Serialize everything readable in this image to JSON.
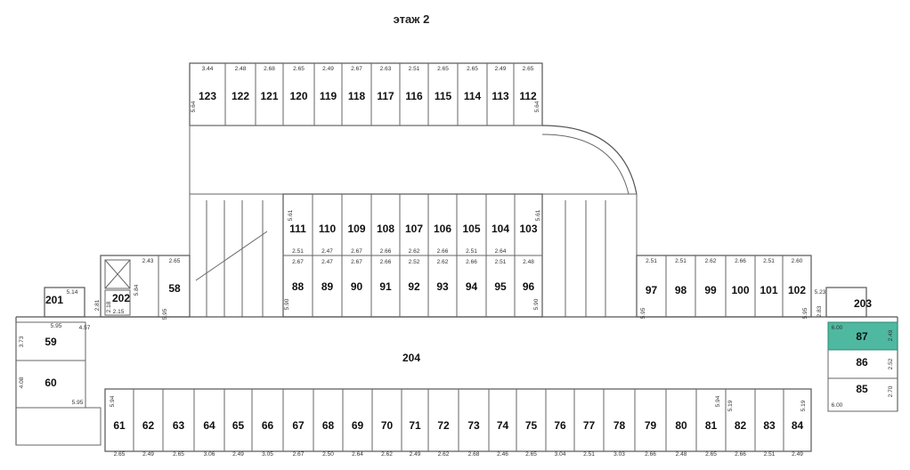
{
  "floor_title": "этаж 2",
  "corridor_label": "204",
  "highlight_color": "#4fb8a0",
  "top_row": {
    "dims": [
      "3.44",
      "2.48",
      "2.68",
      "2.65",
      "2.49",
      "2.67",
      "2.63",
      "2.51",
      "2.65",
      "2.65",
      "2.49",
      "2.65"
    ],
    "rooms": [
      "123",
      "122",
      "121",
      "120",
      "119",
      "118",
      "117",
      "116",
      "115",
      "114",
      "113",
      "112"
    ],
    "side_dims": [
      "5.64",
      "5.64"
    ]
  },
  "mid_upper": {
    "rooms": [
      "111",
      "110",
      "109",
      "108",
      "107",
      "106",
      "105",
      "104",
      "103"
    ],
    "dims": [
      "2.51",
      "2.47",
      "2.67",
      "2.66",
      "2.62",
      "2.66",
      "2.51",
      "2.64"
    ],
    "side_dims": [
      "5.61",
      "5.61"
    ]
  },
  "mid_lower": {
    "rooms": [
      "88",
      "89",
      "90",
      "91",
      "92",
      "93",
      "94",
      "95",
      "96"
    ],
    "dims": [
      "2.67",
      "2.47",
      "2.67",
      "2.66",
      "2.52",
      "2.62",
      "2.66",
      "2.51",
      "2.48"
    ],
    "side_dims": [
      "5.90",
      "5.90"
    ]
  },
  "right_block": {
    "rooms": [
      "97",
      "98",
      "99",
      "100",
      "101",
      "102"
    ],
    "dims": [
      "2.51",
      "2.51",
      "2.62",
      "2.66",
      "2.51",
      "2.60"
    ],
    "side_dims": [
      "5.95",
      "5.95"
    ]
  },
  "left_block": {
    "room_58": "58",
    "dims": [
      "2.43",
      "2.65",
      "5.84",
      "5.95"
    ],
    "room_202": "202",
    "dims_202": [
      "2.81",
      "2.18",
      "2.15"
    ],
    "stair_201": "201",
    "dim_201": "5.14",
    "dim_457": "4.57"
  },
  "left_side": {
    "rooms": [
      "59",
      "60"
    ],
    "dims": [
      "5.95",
      "3.73",
      "4.08",
      "5.95"
    ]
  },
  "right_side": {
    "stair_203": "203",
    "dim_523": "5.23",
    "dim_283": "2.83",
    "rooms": [
      "87",
      "86",
      "85"
    ],
    "dims": [
      "6.00",
      "2.49",
      "2.52",
      "2.70",
      "6.00"
    ]
  },
  "bottom_row": {
    "rooms": [
      "61",
      "62",
      "63",
      "64",
      "65",
      "66",
      "67",
      "68",
      "69",
      "70",
      "71",
      "72",
      "73",
      "74",
      "75",
      "76",
      "77",
      "78",
      "79",
      "80",
      "81",
      "82",
      "83",
      "84"
    ],
    "dims": [
      "2.65",
      "2.49",
      "2.65",
      "3.06",
      "2.49",
      "3.05",
      "2.67",
      "2.50",
      "2.64",
      "2.62",
      "2.49",
      "2.62",
      "2.68",
      "2.46",
      "2.65",
      "3.04",
      "2.51",
      "3.03",
      "2.66",
      "2.48",
      "2.65",
      "2.66",
      "2.51",
      "2.49"
    ],
    "side_dims": [
      "5.94",
      "5.94",
      "5.19",
      "5.19"
    ]
  }
}
